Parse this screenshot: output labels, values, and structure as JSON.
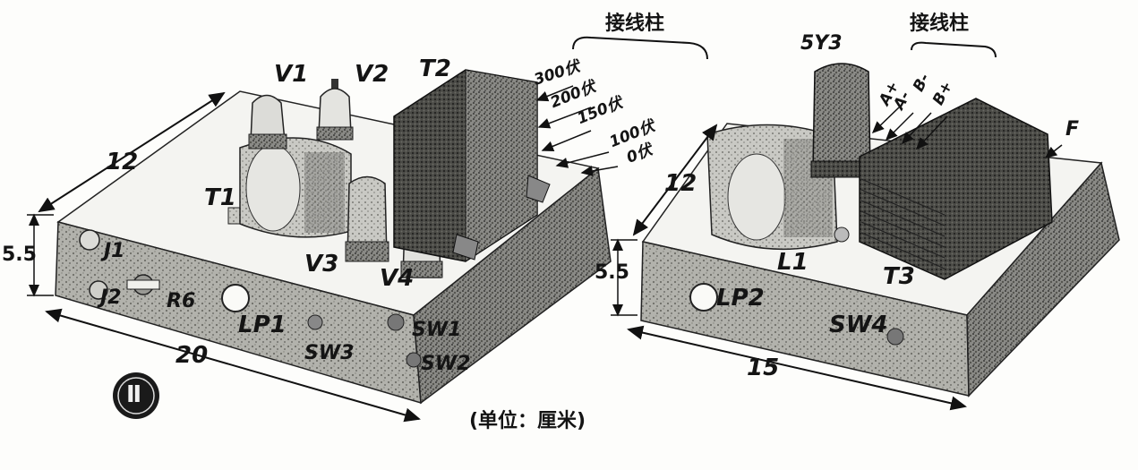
{
  "left_unit": {
    "dims": {
      "width": "20",
      "depth": "12",
      "height": "5.5"
    },
    "tubes": [
      "V1",
      "V2",
      "V3",
      "V4"
    ],
    "transformers": [
      "T1",
      "T2"
    ],
    "front_panel": [
      "J1",
      "J2",
      "R6",
      "LP1",
      "SW3",
      "SW1",
      "SW2"
    ],
    "terminal_header": "接线柱",
    "terminals": [
      "300伏",
      "200伏",
      "150伏",
      "100伏",
      "0伏"
    ],
    "badge": "Ⅱ"
  },
  "right_unit": {
    "dims": {
      "width": "15",
      "depth": "12",
      "height": "5.5"
    },
    "rectifier": "5Y3",
    "terminal_header": "接线柱",
    "terminals": [
      "A+",
      "A-",
      "B-",
      "B+"
    ],
    "filament_terminal": "F",
    "components": [
      "L1",
      "T3"
    ],
    "front_panel": [
      "LP2",
      "SW4"
    ]
  },
  "unit_note": "(单位：厘米)"
}
